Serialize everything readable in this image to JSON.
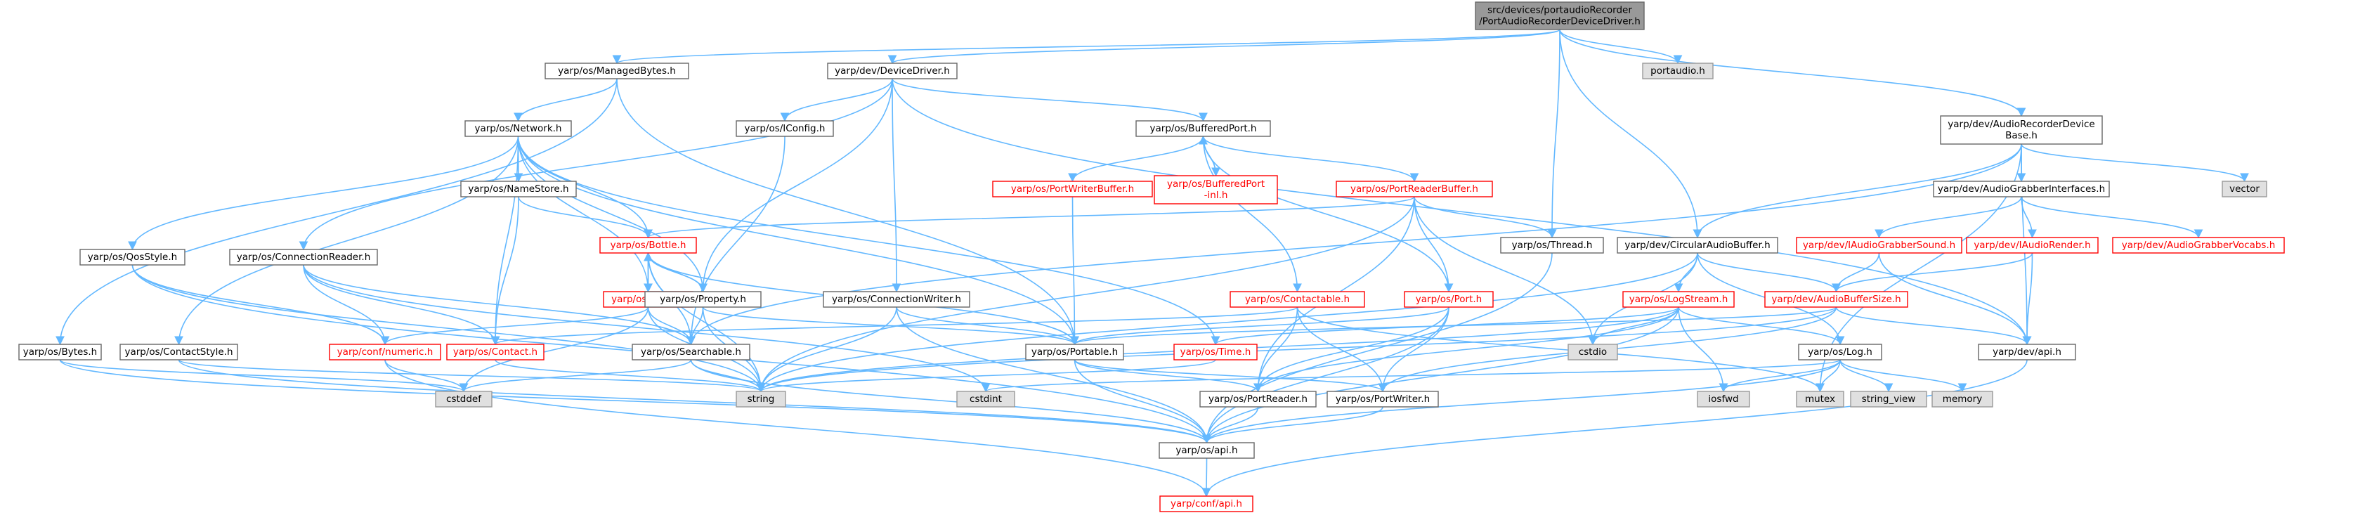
{
  "colors": {
    "root_fill": "#999999",
    "root_stroke": "#666666",
    "root_text": "#000000",
    "node_fill": "#ffffff",
    "node_stroke": "#666666",
    "node_text": "#000000",
    "warn_stroke": "#ff0000",
    "warn_text": "#ff0000",
    "ext_fill": "#e0e0e0",
    "ext_stroke": "#999999",
    "ext_text": "#000000",
    "edge": "#63b8ff"
  },
  "nodes": [
    {
      "id": "root",
      "lines": [
        "src/devices/portaudioRecorder",
        "/PortAudioRecorderDeviceDriver.h"
      ],
      "kind": "root"
    },
    {
      "id": "managedbytes",
      "lines": [
        "yarp/os/ManagedBytes.h"
      ],
      "kind": "normal"
    },
    {
      "id": "devicedriver",
      "lines": [
        "yarp/dev/DeviceDriver.h"
      ],
      "kind": "normal"
    },
    {
      "id": "portaudio",
      "lines": [
        "portaudio.h"
      ],
      "kind": "ext"
    },
    {
      "id": "network",
      "lines": [
        "yarp/os/Network.h"
      ],
      "kind": "normal"
    },
    {
      "id": "iconfig",
      "lines": [
        "yarp/os/IConfig.h"
      ],
      "kind": "normal"
    },
    {
      "id": "bufferedport",
      "lines": [
        "yarp/os/BufferedPort.h"
      ],
      "kind": "normal"
    },
    {
      "id": "audiorecbase",
      "lines": [
        "yarp/dev/AudioRecorderDevice",
        "Base.h"
      ],
      "kind": "normal"
    },
    {
      "id": "namestore",
      "lines": [
        "yarp/os/NameStore.h"
      ],
      "kind": "normal"
    },
    {
      "id": "portwriterbuffer",
      "lines": [
        "yarp/os/PortWriterBuffer.h"
      ],
      "kind": "warn"
    },
    {
      "id": "bufferedportinl",
      "lines": [
        "yarp/os/BufferedPort",
        "-inl.h"
      ],
      "kind": "warn"
    },
    {
      "id": "portreaderbuffer",
      "lines": [
        "yarp/os/PortReaderBuffer.h"
      ],
      "kind": "warn"
    },
    {
      "id": "audiograbberif",
      "lines": [
        "yarp/dev/AudioGrabberInterfaces.h"
      ],
      "kind": "normal"
    },
    {
      "id": "vector",
      "lines": [
        "vector"
      ],
      "kind": "ext"
    },
    {
      "id": "bottle",
      "lines": [
        "yarp/os/Bottle.h"
      ],
      "kind": "warn"
    },
    {
      "id": "thread",
      "lines": [
        "yarp/os/Thread.h"
      ],
      "kind": "normal"
    },
    {
      "id": "circularaudiobuffer",
      "lines": [
        "yarp/dev/CircularAudioBuffer.h"
      ],
      "kind": "normal"
    },
    {
      "id": "iaudiograbbersound",
      "lines": [
        "yarp/dev/IAudioGrabberSound.h"
      ],
      "kind": "warn"
    },
    {
      "id": "iaudiorender",
      "lines": [
        "yarp/dev/IAudioRender.h"
      ],
      "kind": "warn"
    },
    {
      "id": "audiograbbervocabs",
      "lines": [
        "yarp/dev/AudioGrabberVocabs.h"
      ],
      "kind": "warn"
    },
    {
      "id": "qosstyle",
      "lines": [
        "yarp/os/QosStyle.h"
      ],
      "kind": "normal"
    },
    {
      "id": "connectionreader",
      "lines": [
        "yarp/os/ConnectionReader.h"
      ],
      "kind": "normal"
    },
    {
      "id": "value",
      "lines": [
        "yarp/os/Value.h"
      ],
      "kind": "warn"
    },
    {
      "id": "property",
      "lines": [
        "yarp/os/Property.h"
      ],
      "kind": "normal"
    },
    {
      "id": "connectionwriter",
      "lines": [
        "yarp/os/ConnectionWriter.h"
      ],
      "kind": "normal"
    },
    {
      "id": "contactable",
      "lines": [
        "yarp/os/Contactable.h"
      ],
      "kind": "warn"
    },
    {
      "id": "port",
      "lines": [
        "yarp/os/Port.h"
      ],
      "kind": "warn"
    },
    {
      "id": "logstream",
      "lines": [
        "yarp/os/LogStream.h"
      ],
      "kind": "warn"
    },
    {
      "id": "audiobuffersize",
      "lines": [
        "yarp/dev/AudioBufferSize.h"
      ],
      "kind": "warn"
    },
    {
      "id": "bytes",
      "lines": [
        "yarp/os/Bytes.h"
      ],
      "kind": "normal"
    },
    {
      "id": "contactstyle",
      "lines": [
        "yarp/os/ContactStyle.h"
      ],
      "kind": "normal"
    },
    {
      "id": "confnumeric",
      "lines": [
        "yarp/conf/numeric.h"
      ],
      "kind": "warn"
    },
    {
      "id": "contact",
      "lines": [
        "yarp/os/Contact.h"
      ],
      "kind": "warn"
    },
    {
      "id": "searchable",
      "lines": [
        "yarp/os/Searchable.h"
      ],
      "kind": "normal"
    },
    {
      "id": "portable",
      "lines": [
        "yarp/os/Portable.h"
      ],
      "kind": "normal"
    },
    {
      "id": "time",
      "lines": [
        "yarp/os/Time.h"
      ],
      "kind": "warn"
    },
    {
      "id": "cstdio",
      "lines": [
        "cstdio"
      ],
      "kind": "ext"
    },
    {
      "id": "log",
      "lines": [
        "yarp/os/Log.h"
      ],
      "kind": "normal"
    },
    {
      "id": "devapi",
      "lines": [
        "yarp/dev/api.h"
      ],
      "kind": "normal"
    },
    {
      "id": "cstddef",
      "lines": [
        "cstddef"
      ],
      "kind": "ext"
    },
    {
      "id": "string",
      "lines": [
        "string"
      ],
      "kind": "ext"
    },
    {
      "id": "cstdint",
      "lines": [
        "cstdint"
      ],
      "kind": "ext"
    },
    {
      "id": "portreader",
      "lines": [
        "yarp/os/PortReader.h"
      ],
      "kind": "normal"
    },
    {
      "id": "portwriter",
      "lines": [
        "yarp/os/PortWriter.h"
      ],
      "kind": "normal"
    },
    {
      "id": "iosfwd",
      "lines": [
        "iosfwd"
      ],
      "kind": "ext"
    },
    {
      "id": "mutex",
      "lines": [
        "mutex"
      ],
      "kind": "ext"
    },
    {
      "id": "stringview",
      "lines": [
        "string_view"
      ],
      "kind": "ext"
    },
    {
      "id": "memory",
      "lines": [
        "memory"
      ],
      "kind": "ext"
    },
    {
      "id": "osapi",
      "lines": [
        "yarp/os/api.h"
      ],
      "kind": "normal"
    },
    {
      "id": "confapi",
      "lines": [
        "yarp/conf/api.h"
      ],
      "kind": "warn"
    }
  ],
  "edges": [
    [
      "root",
      "managedbytes"
    ],
    [
      "root",
      "devicedriver"
    ],
    [
      "root",
      "portaudio"
    ],
    [
      "root",
      "audiorecbase"
    ],
    [
      "root",
      "thread"
    ],
    [
      "root",
      "circularaudiobuffer"
    ],
    [
      "managedbytes",
      "network"
    ],
    [
      "managedbytes",
      "bytes"
    ],
    [
      "managedbytes",
      "portable"
    ],
    [
      "devicedriver",
      "iconfig"
    ],
    [
      "devicedriver",
      "bufferedport"
    ],
    [
      "devicedriver",
      "connectionreader"
    ],
    [
      "devicedriver",
      "connectionwriter"
    ],
    [
      "devicedriver",
      "property"
    ],
    [
      "devicedriver",
      "devapi"
    ],
    [
      "network",
      "namestore"
    ],
    [
      "network",
      "qosstyle"
    ],
    [
      "network",
      "contactstyle"
    ],
    [
      "network",
      "value"
    ],
    [
      "network",
      "property"
    ],
    [
      "network",
      "contact"
    ],
    [
      "network",
      "portable"
    ],
    [
      "network",
      "time"
    ],
    [
      "network",
      "bottle"
    ],
    [
      "iconfig",
      "searchable"
    ],
    [
      "bufferedport",
      "portwriterbuffer"
    ],
    [
      "bufferedport",
      "bufferedportinl"
    ],
    [
      "bufferedport",
      "portreaderbuffer"
    ],
    [
      "bufferedport",
      "contactable"
    ],
    [
      "bufferedport",
      "port"
    ],
    [
      "bufferedportinl",
      "bufferedport"
    ],
    [
      "audiorecbase",
      "audiograbberif"
    ],
    [
      "audiorecbase",
      "vector"
    ],
    [
      "audiorecbase",
      "circularaudiobuffer"
    ],
    [
      "audiorecbase",
      "devapi"
    ],
    [
      "audiorecbase",
      "mutex"
    ],
    [
      "audiorecbase",
      "searchable"
    ],
    [
      "namestore",
      "contact"
    ],
    [
      "namestore",
      "bottle"
    ],
    [
      "portwriterbuffer",
      "portable"
    ],
    [
      "portreaderbuffer",
      "bottle"
    ],
    [
      "portreaderbuffer",
      "thread"
    ],
    [
      "portreaderbuffer",
      "port"
    ],
    [
      "portreaderbuffer",
      "portreader"
    ],
    [
      "portreaderbuffer",
      "cstdio"
    ],
    [
      "portreaderbuffer",
      "string"
    ],
    [
      "audiograbberif",
      "iaudiograbbersound"
    ],
    [
      "audiograbberif",
      "iaudiorender"
    ],
    [
      "audiograbberif",
      "audiograbbervocabs"
    ],
    [
      "bottle",
      "value"
    ],
    [
      "bottle",
      "property"
    ],
    [
      "bottle",
      "searchable"
    ],
    [
      "bottle",
      "portable"
    ],
    [
      "bottle",
      "string"
    ],
    [
      "thread",
      "osapi"
    ],
    [
      "circularaudiobuffer",
      "audiobuffersize"
    ],
    [
      "circularaudiobuffer",
      "logstream"
    ],
    [
      "circularaudiobuffer",
      "log"
    ],
    [
      "circularaudiobuffer",
      "cstdio"
    ],
    [
      "circularaudiobuffer",
      "string"
    ],
    [
      "iaudiograbbersound",
      "audiobuffersize"
    ],
    [
      "iaudiograbbersound",
      "devapi"
    ],
    [
      "iaudiorender",
      "audiobuffersize"
    ],
    [
      "iaudiorender",
      "devapi"
    ],
    [
      "qosstyle",
      "confnumeric"
    ],
    [
      "qosstyle",
      "osapi"
    ],
    [
      "qosstyle",
      "string"
    ],
    [
      "connectionreader",
      "confnumeric"
    ],
    [
      "connectionreader",
      "contact"
    ],
    [
      "connectionreader",
      "searchable"
    ],
    [
      "connectionreader",
      "cstdint"
    ],
    [
      "value",
      "bottle"
    ],
    [
      "value",
      "searchable"
    ],
    [
      "value",
      "confnumeric"
    ],
    [
      "value",
      "string"
    ],
    [
      "value",
      "cstddef"
    ],
    [
      "property",
      "searchable"
    ],
    [
      "property",
      "portable"
    ],
    [
      "property",
      "bottle"
    ],
    [
      "property",
      "string"
    ],
    [
      "connectionwriter",
      "portable"
    ],
    [
      "connectionwriter",
      "osapi"
    ],
    [
      "connectionwriter",
      "string"
    ],
    [
      "contactable",
      "contact"
    ],
    [
      "contactable",
      "portreader"
    ],
    [
      "contactable",
      "portwriter"
    ],
    [
      "contactable",
      "mutex"
    ],
    [
      "port",
      "portable"
    ],
    [
      "port",
      "portreader"
    ],
    [
      "port",
      "portwriter"
    ],
    [
      "port",
      "osapi"
    ],
    [
      "logstream",
      "log"
    ],
    [
      "logstream",
      "cstdio"
    ],
    [
      "logstream",
      "iosfwd"
    ],
    [
      "logstream",
      "osapi"
    ],
    [
      "logstream",
      "string"
    ],
    [
      "logstream",
      "time"
    ],
    [
      "logstream",
      "portreader"
    ],
    [
      "audiobuffersize",
      "portable"
    ],
    [
      "audiobuffersize",
      "devapi"
    ],
    [
      "audiobuffersize",
      "portwriter"
    ],
    [
      "audiobuffersize",
      "string"
    ],
    [
      "bytes",
      "osapi"
    ],
    [
      "bytes",
      "cstddef"
    ],
    [
      "contactstyle",
      "osapi"
    ],
    [
      "contactstyle",
      "string"
    ],
    [
      "confnumeric",
      "confapi"
    ],
    [
      "confnumeric",
      "cstddef"
    ],
    [
      "contact",
      "string"
    ],
    [
      "searchable",
      "osapi"
    ],
    [
      "searchable",
      "string"
    ],
    [
      "searchable",
      "cstddef"
    ],
    [
      "portable",
      "portreader"
    ],
    [
      "portable",
      "portwriter"
    ],
    [
      "portable",
      "osapi"
    ],
    [
      "time",
      "string"
    ],
    [
      "log",
      "osapi"
    ],
    [
      "log",
      "iosfwd"
    ],
    [
      "log",
      "mutex"
    ],
    [
      "log",
      "stringview"
    ],
    [
      "log",
      "memory"
    ],
    [
      "log",
      "cstdint"
    ],
    [
      "devapi",
      "confapi"
    ],
    [
      "portreader",
      "osapi"
    ],
    [
      "portwriter",
      "osapi"
    ],
    [
      "osapi",
      "confapi"
    ]
  ]
}
